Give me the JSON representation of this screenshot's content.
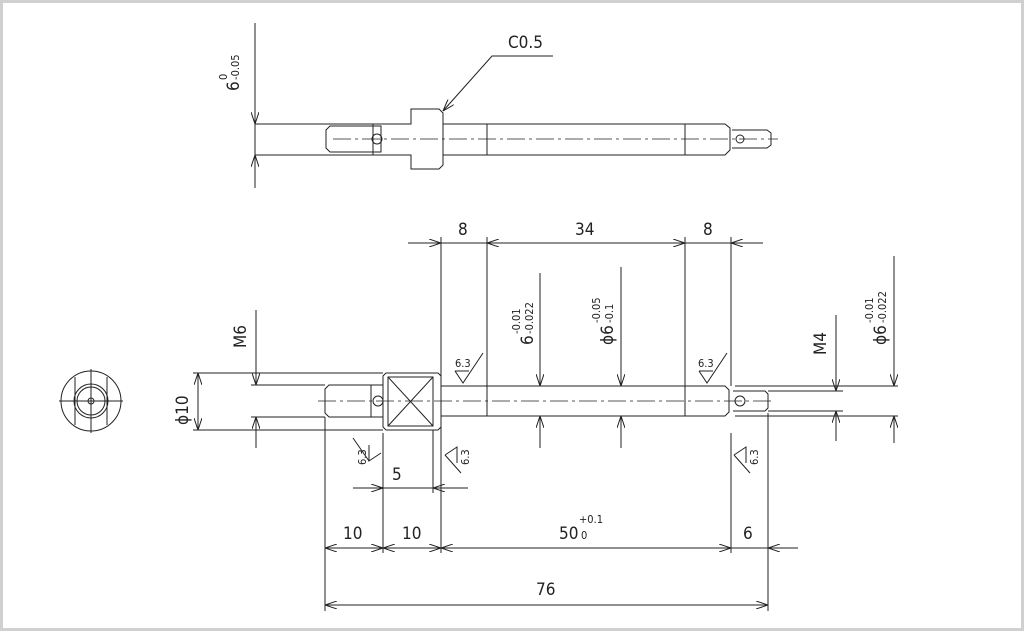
{
  "top_view": {
    "chamfer": "C0.5",
    "thickness_nominal": "6",
    "thickness_upper": "0",
    "thickness_lower": "-0.05"
  },
  "main_view": {
    "thread_left": "M6",
    "flange_diameter": "ϕ10",
    "journal_left": {
      "nominal": "6",
      "upper": "-0.01",
      "lower": "-0.022"
    },
    "shaft_middle": {
      "nominal": "ϕ6",
      "upper": "-0.05",
      "lower": "-0.1"
    },
    "thread_right": "M4",
    "journal_right": {
      "nominal": "ϕ6",
      "upper": "-0.01",
      "lower": "-0.022"
    },
    "roughness": "6.3",
    "dims_top": [
      "8",
      "34",
      "8"
    ],
    "dim_hex": "5",
    "dims_bottom": [
      "10",
      "10",
      "50",
      "6"
    ],
    "dim_50_upper": "+0.1",
    "dim_50_lower": "0",
    "overall": "76"
  }
}
